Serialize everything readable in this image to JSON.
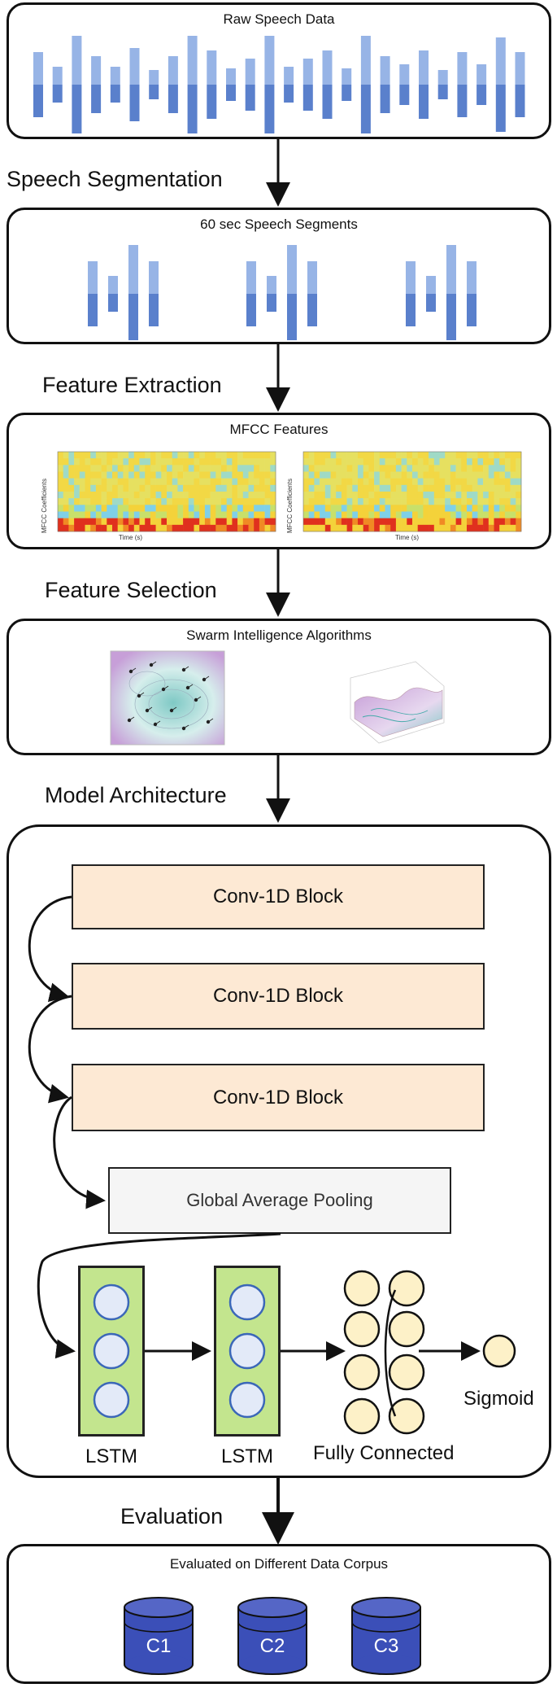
{
  "stages": {
    "raw": {
      "title": "Raw Speech Data"
    },
    "segmentation": {
      "label": "Speech Segmentation",
      "title": "60 sec Speech Segments"
    },
    "features": {
      "label": "Feature Extraction",
      "title": "MFCC Features"
    },
    "selection": {
      "label": "Feature Selection",
      "title": "Swarm Intelligence Algorithms"
    },
    "model": {
      "label": "Model Architecture",
      "conv_blocks": [
        "Conv-1D Block",
        "Conv-1D Block",
        "Conv-1D Block"
      ],
      "pooling": "Global Average Pooling",
      "lstm_labels": [
        "LSTM",
        "LSTM"
      ],
      "fc_label": "Fully Connected",
      "output_label": "Sigmoid"
    },
    "evaluation": {
      "label": "Evaluation",
      "title": "Evaluated on Different Data Corpus",
      "corpora": [
        "C1",
        "C2",
        "C3"
      ]
    }
  },
  "mfcc_plot": {
    "ylabel": "MFCC Coefficients",
    "xlabel": "Time (s)"
  },
  "colors": {
    "wave_light": "#97b4e6",
    "wave_dark": "#5a80cc",
    "conv_fill": "#fde9d4",
    "lstm_fill": "#c3e58e",
    "lstm_cell": "#e3eaf8",
    "fc_node": "#fdf1c8",
    "db_fill": "#3b4fb8"
  }
}
